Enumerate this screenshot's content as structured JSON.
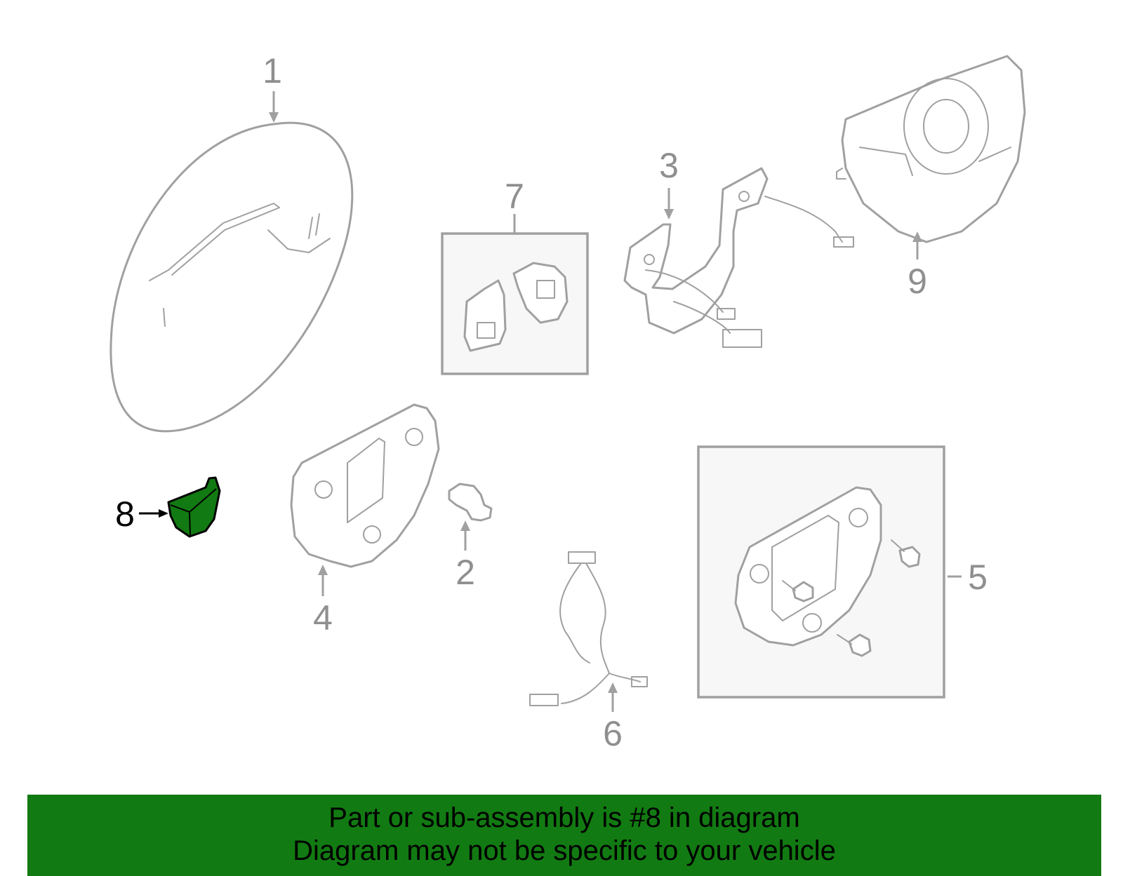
{
  "callouts": {
    "c1": "1",
    "c2": "2",
    "c3": "3",
    "c4": "4",
    "c5": "5",
    "c6": "6",
    "c7": "7",
    "c8": "8",
    "c9": "9"
  },
  "highlight_color": "#127a12",
  "banner": {
    "line1": "Part or sub-assembly is #8 in diagram",
    "line2": "Diagram may not be specific to your vehicle"
  }
}
